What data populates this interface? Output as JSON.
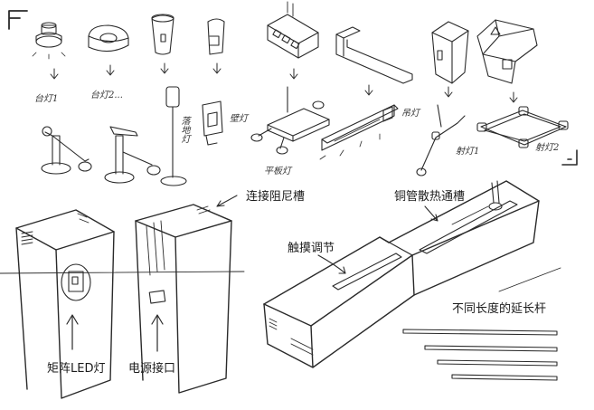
{
  "callouts": {
    "damping_groove": "连接阻尼槽",
    "copper_heat_pipe": "铜管散热通槽",
    "touch_control": "触摸调节",
    "extension_rods": "不同长度的延长杆",
    "matrix_led": "矩阵LED灯",
    "power_port": "电源接口"
  },
  "sketch_notes": {
    "desk_lamp_1": "台灯1",
    "desk_lamp_2": "台灯2...",
    "floor_lamp": "落地灯",
    "wall_lamp": "壁灯",
    "flat_lamp": "平板灯",
    "hanging_lamp": "吊灯",
    "ceiling_lamp_1": "射灯1",
    "ceiling_lamp_2": "射灯2"
  }
}
